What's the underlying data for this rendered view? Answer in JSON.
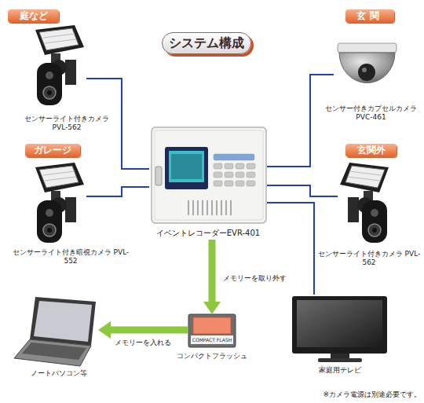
{
  "diagram": {
    "title": "システム構成",
    "nodes": [
      {
        "text": [
          "庭など",
          "センサーライト付きカメラ PVL-562"
        ]
      },
      {
        "text": [
          "玄関",
          "センサー付きカプセルカメラ PVC-461"
        ]
      },
      {
        "text": [
          "ガレージ",
          "センサーライト付き暗視カメラ PVL-552"
        ]
      },
      {
        "text": [
          "イベントレコーダーEVR-401"
        ]
      },
      {
        "text": [
          "玄関外",
          "センサーライト付きカメラ PVL-562"
        ]
      },
      {
        "text": [
          "ノートパソコン等"
        ]
      },
      {
        "text": [
          "COMPACT FLASH",
          "コンパクトフラッシュ"
        ]
      },
      {
        "text": [
          "家庭用テレビ"
        ]
      }
    ],
    "edges": [
      {
        "from": 0,
        "to": 3,
        "arrow": "none"
      },
      {
        "from": 1,
        "to": 3,
        "arrow": "none"
      },
      {
        "from": 2,
        "to": 3,
        "arrow": "none"
      },
      {
        "from": 4,
        "to": 3,
        "arrow": "none"
      },
      {
        "from": 3,
        "to": 7,
        "arrow": "none"
      },
      {
        "from": 3,
        "to": 6,
        "arrow": "to",
        "label": "メモリーを取り外す"
      },
      {
        "from": 6,
        "to": 5,
        "arrow": "to",
        "label": "メモリーを入れる"
      }
    ],
    "labels": [
      "※カメラ電源は別途必要です。"
    ]
  }
}
